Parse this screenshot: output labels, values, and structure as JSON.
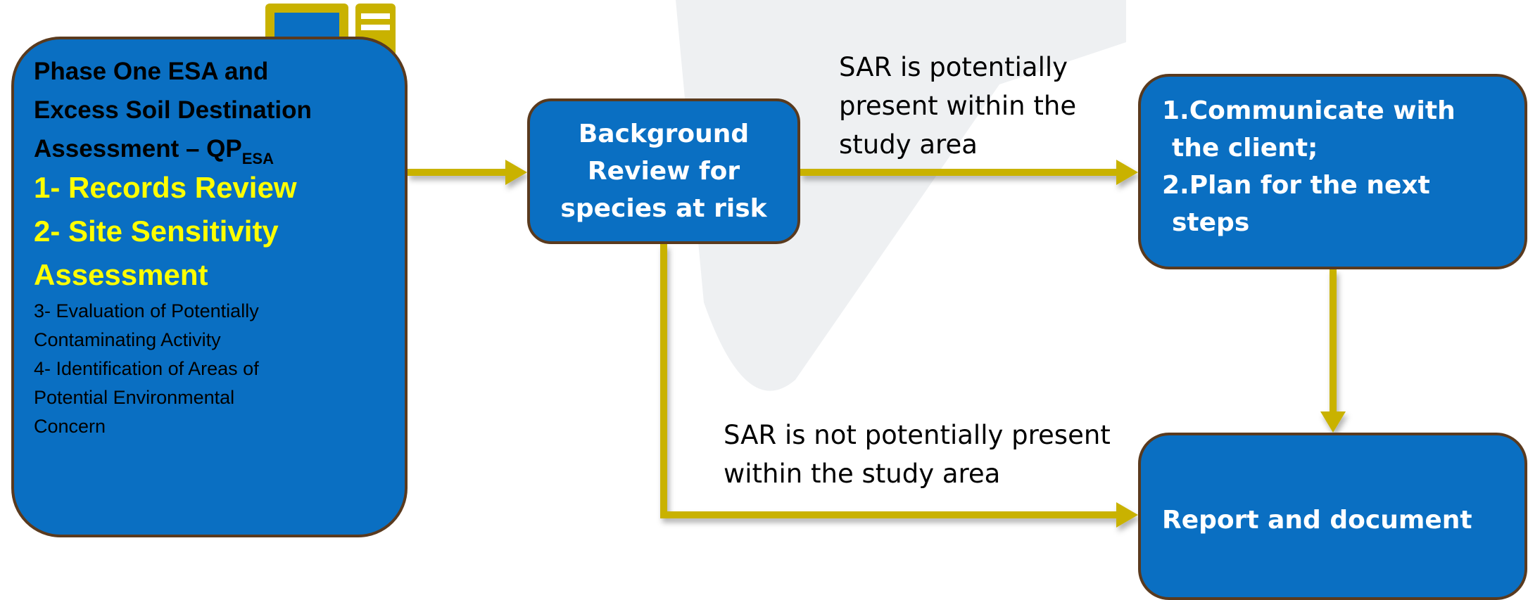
{
  "colors": {
    "box_fill": "#0a6fc2",
    "box_border": "#5a3a1e",
    "arrow": "#c9b200",
    "highlight_text": "#ffff00",
    "icon": "#c9b200",
    "watermark": "#eceef0"
  },
  "icons": {
    "decoration": "desktop-computer-icon"
  },
  "box_phase_one": {
    "title_lines": [
      "Phase One ESA and",
      "Excess Soil Destination",
      "Assessment – QP"
    ],
    "title_subscript": "ESA",
    "highlight_items": [
      "1- Records Review",
      "2- Site Sensitivity",
      "Assessment"
    ],
    "other_items": [
      "3- Evaluation of Potentially",
      "Contaminating Activity",
      "4- Identification of Areas of",
      "Potential Environmental",
      "Concern"
    ]
  },
  "box_background": {
    "lines": [
      "Background",
      "Review for",
      "species at risk"
    ]
  },
  "box_communicate": {
    "items": [
      {
        "number": "1.",
        "line1": "Communicate with",
        "line2": "the client;"
      },
      {
        "number": "2.",
        "line1": "Plan for  the next",
        "line2": "steps"
      }
    ]
  },
  "box_report": {
    "text": "Report and document"
  },
  "label_present": {
    "lines": [
      "SAR is potentially",
      "present within the",
      "study area"
    ]
  },
  "label_not_present": {
    "lines": [
      "SAR is not potentially present",
      "within the study area"
    ]
  }
}
